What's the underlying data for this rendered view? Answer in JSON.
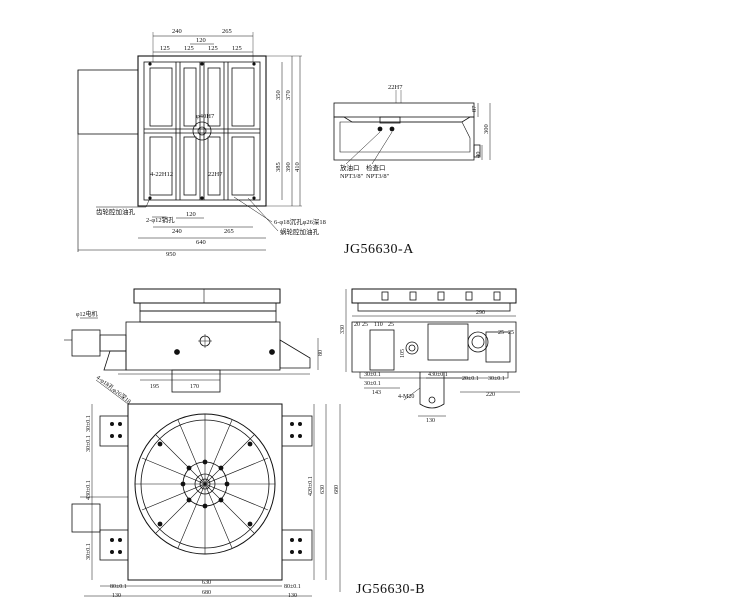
{
  "figure_a": {
    "title": "JG56630-A",
    "top_dims": [
      "240",
      "265",
      "120",
      "125",
      "125",
      "125",
      "125"
    ],
    "right_dims": [
      "350",
      "370",
      "385",
      "390",
      "410"
    ],
    "bottom_dims": [
      "120",
      "240",
      "265",
      "640",
      "950"
    ],
    "labels": {
      "center_bore": "φ40H7",
      "slot_a": "4-22H12",
      "slot_b": "22H7",
      "motor_port": "齿轮腔加油孔",
      "locating": "2-φ12销孔",
      "bolt_holes": "6-φ18沉孔φ26深18",
      "worm_port": "蜗轮腔加油孔"
    },
    "side": {
      "top_dim": "22H7",
      "right_dims": [
        "87",
        "300",
        "40"
      ],
      "port_1": "放油口",
      "port_1_spec": "NPT3/8\"",
      "port_2": "检查口",
      "port_2_spec": "NPT3/8\""
    }
  },
  "figure_b": {
    "title": "JG56630-B",
    "front": {
      "motor_label": "φ12电机",
      "dims": [
        "195",
        "170",
        "80"
      ]
    },
    "side": {
      "dims": [
        "330",
        "290",
        "110",
        "25",
        "20",
        "25",
        "25",
        "25",
        "105",
        "30±0.1",
        "30±0.1",
        "143",
        "430±0.1",
        "20±0.1",
        "30±0.1",
        "220",
        "130",
        "4-M20"
      ]
    },
    "plan": {
      "left_dims": [
        "30±0.1",
        "30±0.1",
        "430±0.1",
        "30±0.1"
      ],
      "right_dims": [
        "420±0.1",
        "630",
        "680"
      ],
      "bottom_dims": [
        "80±0.1",
        "130",
        "630",
        "680",
        "80±0.1",
        "130"
      ],
      "mount_label": "4-φ18孔φ26深18"
    }
  }
}
